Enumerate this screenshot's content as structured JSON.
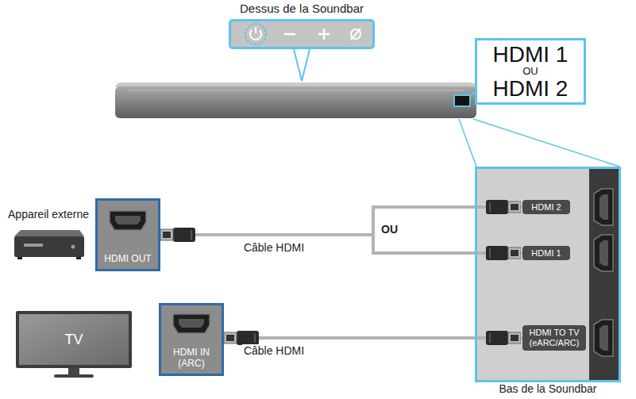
{
  "diagram": {
    "nodes": [
      {
        "text": [
          "Dessus de la Soundbar"
        ]
      },
      {
        "text": [
          "HDMI 1",
          "OU",
          "HDMI 2"
        ]
      },
      {
        "text": [
          "Appareil externe"
        ]
      },
      {
        "text": [
          "HDMI OUT"
        ]
      },
      {
        "text": [
          "TV"
        ]
      },
      {
        "text": [
          "HDMI IN (ARC)"
        ]
      },
      {
        "text": [
          "Bas de la Soundbar"
        ]
      },
      {
        "text": [
          "HDMI 2"
        ],
        "in": 6
      },
      {
        "text": [
          "HDMI 1"
        ],
        "in": 6
      },
      {
        "text": [
          "HDMI TO TV (eARC/ARC)"
        ],
        "in": 6
      }
    ],
    "edges": [
      {
        "from": 3,
        "to": 7,
        "arrow": "none"
      },
      {
        "from": 3,
        "to": 8,
        "label": "Câble HDMI",
        "arrow": "none"
      },
      {
        "from": 5,
        "to": 9,
        "label": "Câble HDMI",
        "arrow": "none"
      }
    ],
    "labels": [
      "OU"
    ]
  }
}
